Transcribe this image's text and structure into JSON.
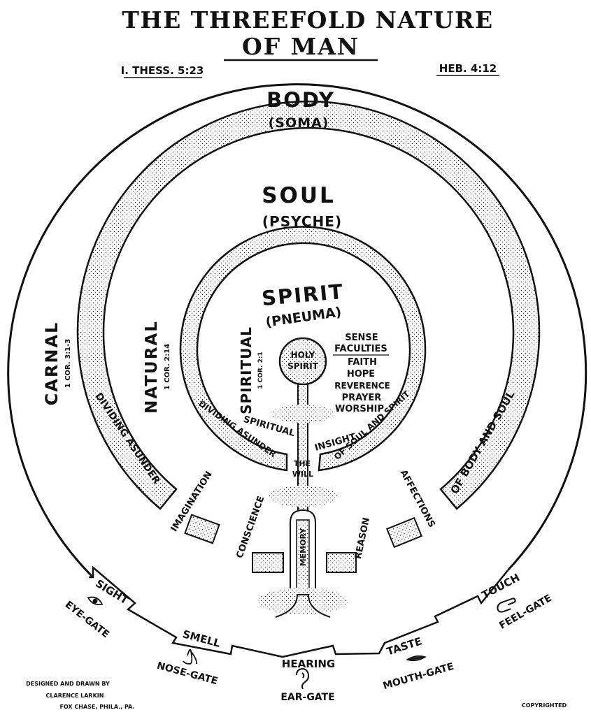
{
  "title_line1": "The Threefold Nature",
  "title_line2": "Of Man",
  "ref_left": "I. Thess. 5:23",
  "ref_right": "Heb. 4:12",
  "body": {
    "title": "Body",
    "subtitle": "(Soma)"
  },
  "soul": {
    "title": "Soul",
    "subtitle": "(Psyche)"
  },
  "spirit": {
    "title": "Spirit",
    "subtitle": "(Pneuma)"
  },
  "holy_spirit": [
    "Holy",
    "Spirit"
  ],
  "carnal": {
    "label": "Carnal",
    "ref": "1 Cor. 3:1-3"
  },
  "natural": {
    "label": "Natural",
    "ref": "1 Cor. 2:14"
  },
  "spiritual": {
    "label": "Spiritual",
    "ref": "1 Cor. 2:1"
  },
  "faculties": [
    "Sense",
    "Faculties",
    "Faith",
    "Hope",
    "Reverence",
    "Prayer",
    "Worship"
  ],
  "ring_outer_left": "Dividing Asunder",
  "ring_outer_right": "of Body and Soul",
  "ring_inner_left": "Dividing Asunder",
  "ring_inner_right": "of Soul and Spirit",
  "spiritual_insight": [
    "Spiritual",
    "Insight"
  ],
  "the_will": [
    "The",
    "Will"
  ],
  "soul_faculties": {
    "imagination": "Imagination",
    "conscience": "Conscience",
    "memory": "Memory",
    "reason": "Reason",
    "affections": "Affections"
  },
  "senses": [
    {
      "sense": "Sight",
      "gate": "Eye-Gate"
    },
    {
      "sense": "Smell",
      "gate": "Nose-Gate"
    },
    {
      "sense": "Hearing",
      "gate": "Ear-Gate"
    },
    {
      "sense": "Taste",
      "gate": "Mouth-Gate"
    },
    {
      "sense": "Touch",
      "gate": "Feel-Gate"
    }
  ],
  "credit": [
    "Designed and Drawn by",
    "Clarence Larkin",
    "Fox Chase, Phila., Pa."
  ],
  "copyright": "Copyrighted"
}
